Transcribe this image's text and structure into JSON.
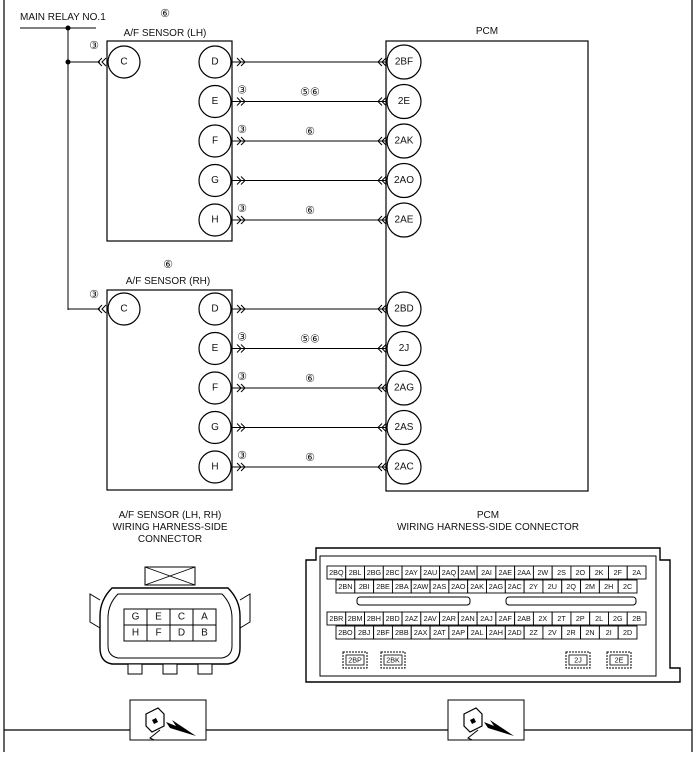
{
  "main_relay": "MAIN RELAY NO.1",
  "pcm_label": "PCM",
  "sensor_lh": {
    "title": "A/F SENSOR (LH)",
    "note": "⑥",
    "relay_note": "③"
  },
  "sensor_rh": {
    "title": "A/F SENSOR (RH)",
    "note": "⑥",
    "relay_note": "③"
  },
  "lh_wires": [
    {
      "from": "C"
    },
    {
      "from": "D",
      "to": "2BF",
      "tag": "",
      "mid": ""
    },
    {
      "from": "E",
      "to": "2E",
      "tag": "③",
      "mid": "⑤⑥"
    },
    {
      "from": "F",
      "to": "2AK",
      "tag": "③",
      "mid": "⑥"
    },
    {
      "from": "G",
      "to": "2AO",
      "tag": "",
      "mid": ""
    },
    {
      "from": "H",
      "to": "2AE",
      "tag": "③",
      "mid": "⑥"
    }
  ],
  "rh_wires": [
    {
      "from": "C"
    },
    {
      "from": "D",
      "to": "2BD",
      "tag": "",
      "mid": ""
    },
    {
      "from": "E",
      "to": "2J",
      "tag": "③",
      "mid": "⑤⑥"
    },
    {
      "from": "F",
      "to": "2AG",
      "tag": "③",
      "mid": "⑥"
    },
    {
      "from": "G",
      "to": "2AS",
      "tag": "",
      "mid": ""
    },
    {
      "from": "H",
      "to": "2AC",
      "tag": "③",
      "mid": "⑥"
    }
  ],
  "sensor_connector": {
    "title": [
      "A/F SENSOR (LH, RH)",
      "WIRING HARNESS-SIDE",
      "CONNECTOR"
    ],
    "row1": [
      "G",
      "E",
      "C",
      "A"
    ],
    "row2": [
      "H",
      "F",
      "D",
      "B"
    ]
  },
  "pcm_connector": {
    "title": [
      "PCM",
      "WIRING HARNESS-SIDE CONNECTOR"
    ],
    "row1": [
      "2BQ",
      "2BL",
      "2BG",
      "2BC",
      "2AY",
      "2AU",
      "2AQ",
      "2AM",
      "2AI",
      "2AE",
      "2AA",
      "2W",
      "2S",
      "2O",
      "2K",
      "2F",
      "2A"
    ],
    "row2": [
      "2BN",
      "2BI",
      "2BE",
      "2BA",
      "2AW",
      "2AS",
      "2AO",
      "2AK",
      "2AG",
      "2AC",
      "2Y",
      "2U",
      "2Q",
      "2M",
      "2H",
      "2C"
    ],
    "row3": [
      "2BR",
      "2BM",
      "2BH",
      "2BD",
      "2AZ",
      "2AV",
      "2AR",
      "2AN",
      "2AJ",
      "2AF",
      "2AB",
      "2X",
      "2T",
      "2P",
      "2L",
      "2G",
      "2B"
    ],
    "row4": [
      "2BO",
      "2BJ",
      "2BF",
      "2BB",
      "2AX",
      "2AT",
      "2AP",
      "2AL",
      "2AH",
      "2AD",
      "2Z",
      "2V",
      "2R",
      "2N",
      "2I",
      "2D"
    ],
    "special": [
      "2BP",
      "2BK",
      "2J",
      "2E"
    ]
  },
  "icons": [
    "connector-view-icon",
    "connector-view-icon"
  ]
}
